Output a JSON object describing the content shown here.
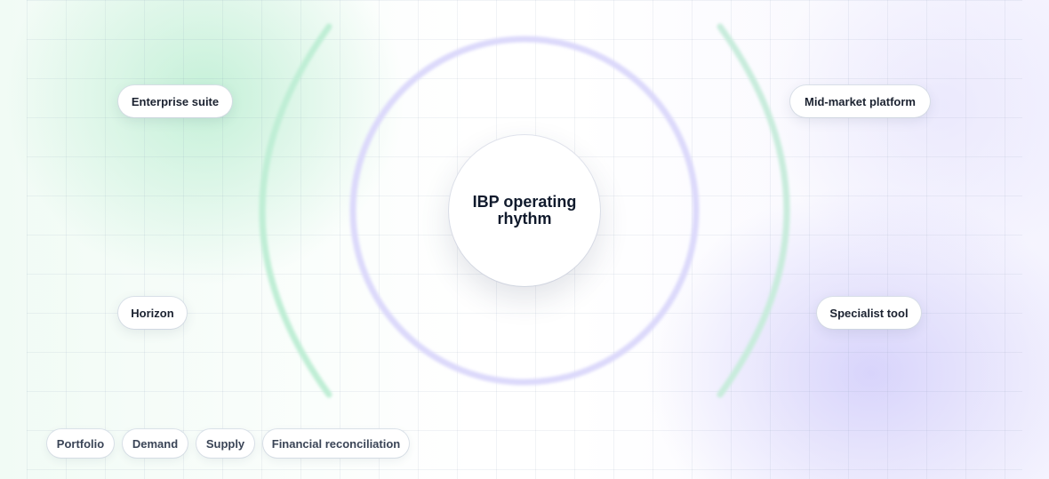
{
  "center": {
    "title": "IBP operating rhythm"
  },
  "nodes": {
    "top_left": "Enterprise suite",
    "top_right": "Mid-market platform",
    "bottom_left": "Horizon",
    "bottom_right": "Specialist tool"
  },
  "chips": [
    "Portfolio",
    "Demand",
    "Supply",
    "Financial reconciliation"
  ],
  "colors": {
    "green_arc": "#bfeed5",
    "purple_ring": "#dcd9fb",
    "text_dark": "#101a2c"
  }
}
